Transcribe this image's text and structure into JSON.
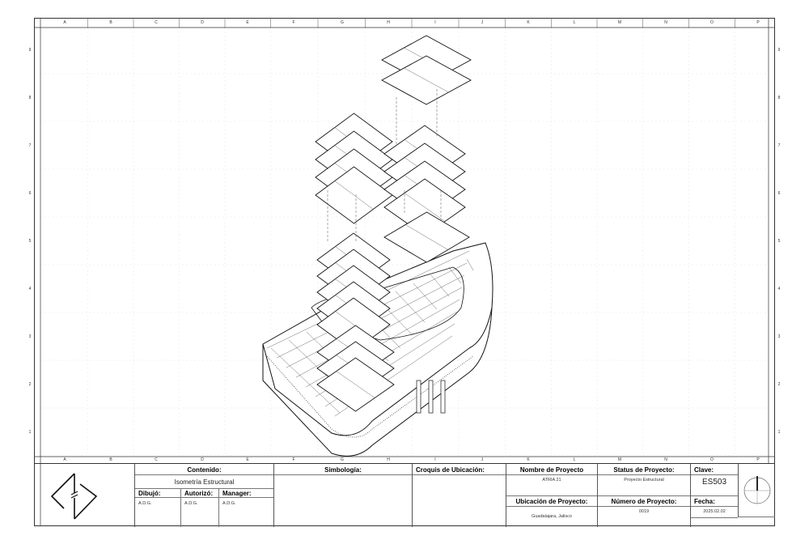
{
  "grid": {
    "columns": [
      "A",
      "B",
      "C",
      "D",
      "E",
      "F",
      "G",
      "H",
      "I",
      "J",
      "K",
      "L",
      "M",
      "N",
      "O",
      "P"
    ],
    "rows": [
      "9",
      "8",
      "7",
      "6",
      "5",
      "4",
      "3",
      "2",
      "1"
    ]
  },
  "title_block": {
    "contenido_label": "Contenido:",
    "contenido_value": "Isometría Estructural",
    "dibujo_label": "Dibujó:",
    "dibujo_value": "A.D.G.",
    "autorizo_label": "Autorizó:",
    "autorizo_value": "A.D.G.",
    "manager_label": "Manager:",
    "manager_value": "A.D.G.",
    "simbologia_label": "Simbología:",
    "croquis_label": "Croquis de Ubicación:",
    "nombre_label": "Nombre de Proyecto",
    "nombre_value": "ATRIA 21",
    "status_label": "Status de Proyecto:",
    "status_value": "Proyecto Estructural",
    "ubicacion_label": "Ubicación de Proyecto:",
    "ubicacion_value": "Guadalajara, Jalisco",
    "numero_label": "Número de Proyecto:",
    "numero_value": "0019",
    "clave_label": "Clave:",
    "clave_value": "ES503",
    "fecha_label": "Fecha:",
    "fecha_value": "2025.02.02"
  }
}
